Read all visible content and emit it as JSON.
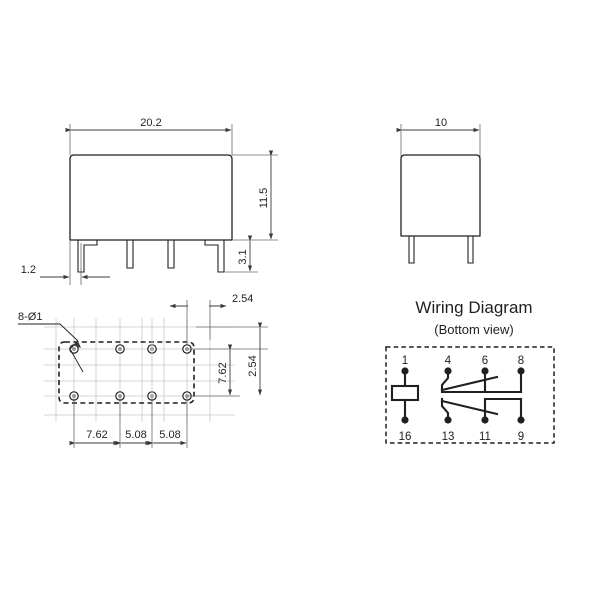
{
  "document": {
    "kind": "relay-dimensional-drawing",
    "background_color": "#ffffff",
    "line_color": "#231f20",
    "grid_color": "#c9c9c9"
  },
  "front_view": {
    "name": "front-view",
    "width_dim": "20.2",
    "height_dim": "11.5",
    "pin_length_dim": "3.1",
    "pin_offset_dim": "1.2",
    "pin_count": 4
  },
  "side_view": {
    "name": "side-view",
    "width_dim": "10",
    "pin_count": 2
  },
  "footprint": {
    "name": "pcb-footprint",
    "hole_callout": "8-Ø1",
    "horizontal_dims": [
      "7.62",
      "5.08",
      "5.08"
    ],
    "vertical_dims": [
      "7.62",
      "2.54"
    ],
    "top_dim": "2.54",
    "hole_count": 8,
    "rows": 2,
    "columns": 4
  },
  "wiring_diagram": {
    "title": "Wiring Diagram",
    "subtitle": "(Bottom view)",
    "pins_top": [
      "1",
      "4",
      "6",
      "8"
    ],
    "pins_bottom": [
      "16",
      "13",
      "11",
      "9"
    ],
    "coil_pins": [
      "1",
      "16"
    ],
    "contact_sets": [
      {
        "common": "4",
        "nc": "6",
        "no": "8"
      },
      {
        "common": "13",
        "nc": "11",
        "no": "9"
      }
    ]
  }
}
